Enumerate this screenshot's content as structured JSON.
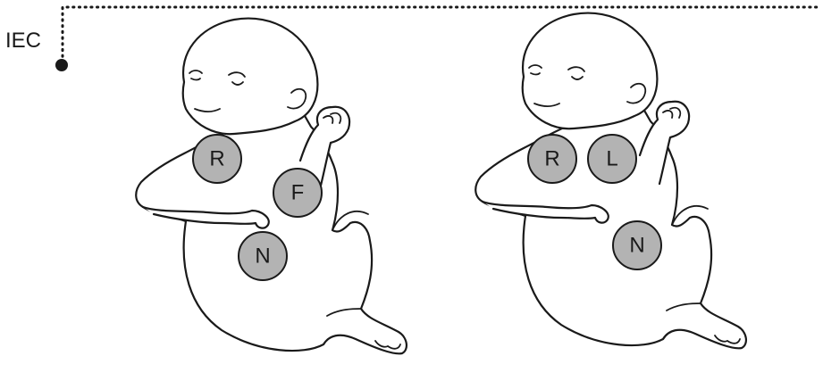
{
  "standard": {
    "label": "IEC"
  },
  "colors": {
    "electrode_fill": "#b3b3b3",
    "outline": "#1a1a1a",
    "leader_line": "#1a1a1a"
  },
  "panels": [
    {
      "electrodes": [
        {
          "label": "R"
        },
        {
          "label": "F"
        },
        {
          "label": "N"
        }
      ]
    },
    {
      "electrodes": [
        {
          "label": "R"
        },
        {
          "label": "L"
        },
        {
          "label": "N"
        }
      ]
    }
  ]
}
